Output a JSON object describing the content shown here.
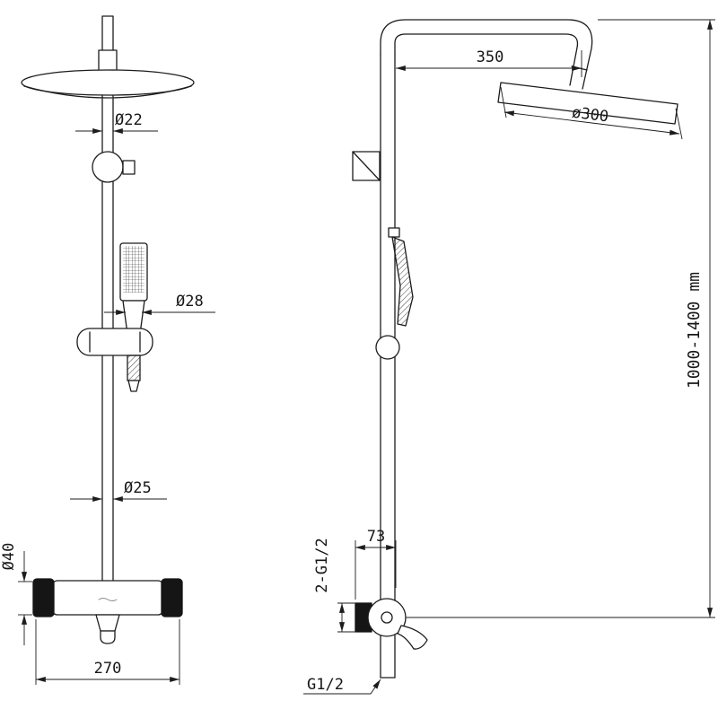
{
  "colors": {
    "background": "#ffffff",
    "line": "#1c1c1c",
    "solid_fill": "#151515"
  },
  "dims": {
    "head_pipe_diameter": "Ø22",
    "hand_shower_diameter": "Ø28",
    "riser_diameter": "Ø25",
    "mixer_body_diameter": "Ø40",
    "mixer_width": "270",
    "arm_reach": "350",
    "shower_head_diameter": "ø300",
    "riser_height_range": "1000-1400 mm",
    "wall_offset": "73",
    "inlet_connections": "2-G1/2",
    "outlet_thread": "G1/2"
  }
}
